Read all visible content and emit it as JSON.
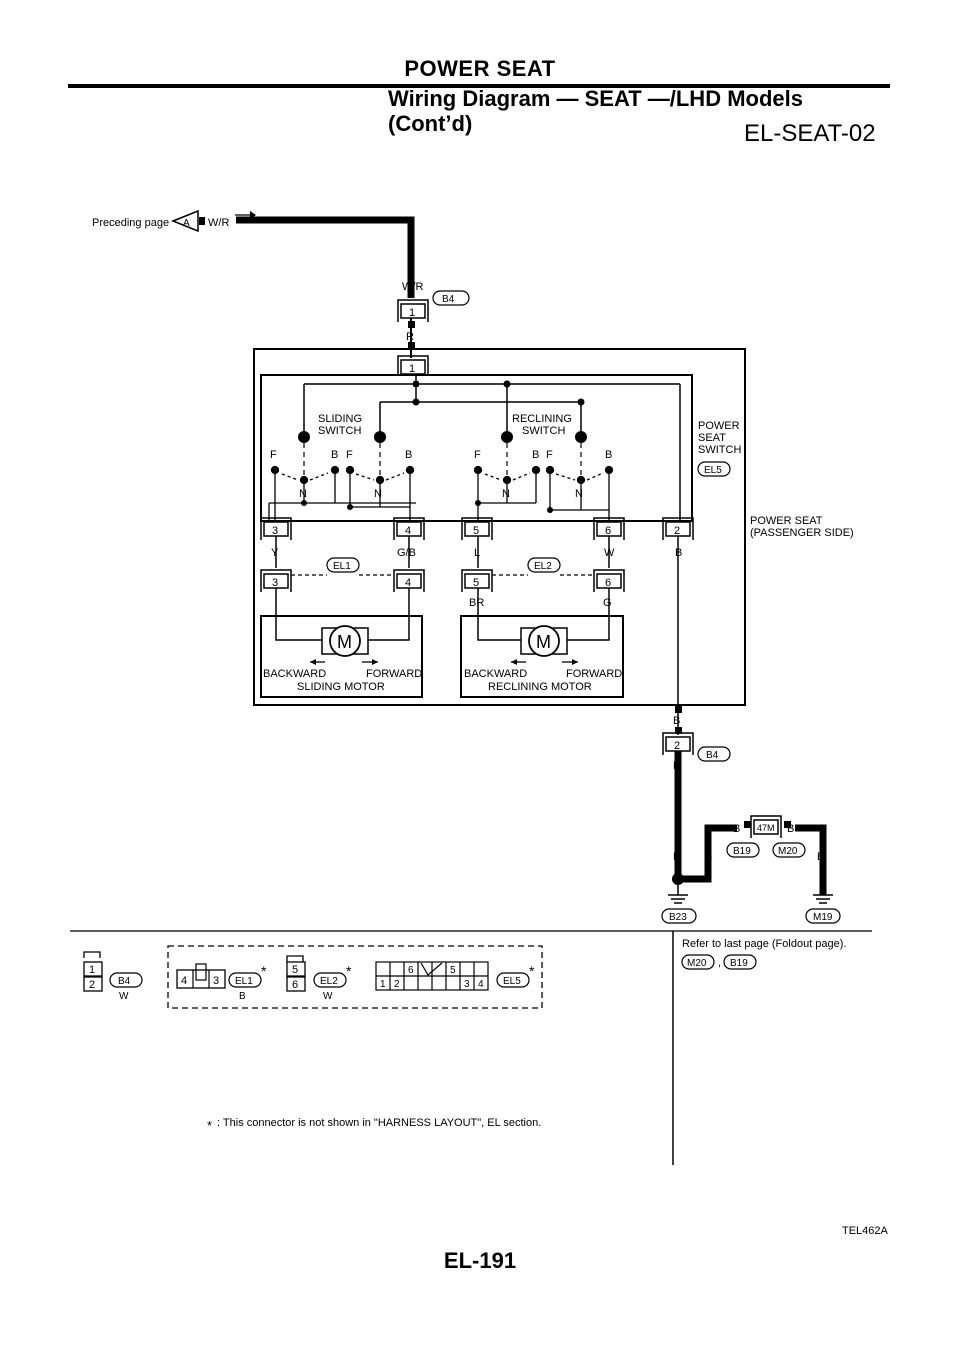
{
  "header": {
    "section": "POWER SEAT",
    "subtitle": "Wiring Diagram — SEAT —/LHD Models (Cont’d)",
    "diagram_code": "EL-SEAT-02"
  },
  "figure_code": "TEL462A",
  "page_number": "EL-191",
  "diagram": {
    "preceding_page_label": "Preceding page",
    "preceding_connector": "A",
    "wire_wr": "W/R",
    "wire_r": "R",
    "wire_b": "B",
    "wire_y": "Y",
    "wire_gb": "G/B",
    "wire_l": "L",
    "wire_w": "W",
    "wire_br": "BR",
    "wire_g": "G",
    "conn_b4": "B4",
    "conn_el1": "EL1",
    "conn_el2": "EL2",
    "conn_el5": "EL5",
    "conn_b19": "B19",
    "conn_m20": "M20",
    "conn_b23": "B23",
    "conn_m19": "M19",
    "joint_47m": "47M",
    "sliding_switch": [
      "SLIDING",
      "SWITCH"
    ],
    "reclining_switch": [
      "RECLINING",
      "SWITCH"
    ],
    "power_seat_switch": [
      "POWER",
      "SEAT",
      "SWITCH"
    ],
    "power_seat_passenger": [
      "POWER SEAT",
      "(PASSENGER SIDE)"
    ],
    "pos_f": "F",
    "pos_b": "B",
    "pos_n": "N",
    "motor_symbol": "M",
    "backward": "BACKWARD",
    "forward": "FORWARD",
    "sliding_motor": "SLIDING MOTOR",
    "reclining_motor": "RECLINING MOTOR",
    "pins": {
      "p1": "1",
      "p2": "2",
      "p3": "3",
      "p4": "4",
      "p5": "5",
      "p6": "6"
    },
    "star": "*",
    "refer_text": "Refer to last page (Foldout page).",
    "refer_comma": ",",
    "footnote": ": This connector is not shown in \"HARNESS LAYOUT\", EL section."
  }
}
